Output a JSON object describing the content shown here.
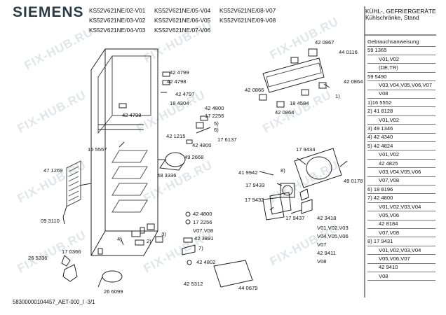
{
  "brand": "SIEMENS",
  "models": [
    "KS52V621NE/02-V01",
    "KS52V621NE/05-V04",
    "KS52V621NE/08-V07",
    "KS52V621NE/03-V02",
    "KS52V621NE/06-V05",
    "KS52V621NE/09-V08",
    "KS52V621NE/04-V03",
    "KS52V621NE/07-V06"
  ],
  "category": [
    "KÜHL-, GEFRIERGERÄTE",
    "Kühlschränke, Stand"
  ],
  "right_panel": [
    "Gebrauchsanweisung",
    "59 1365",
    "V01,V02",
    "(DE,TR)",
    "59 5490",
    "V03,V04,V05,V06,V07",
    "V08",
    "1)16 5552",
    "2) 41 8128",
    "V01,V02",
    "3) 49 1346",
    "4) 42 4340",
    "5) 42 4824",
    "V01,V02",
    "42 4825",
    "V03,V04,V05,V06",
    "V07,V08",
    "6) 18 8196",
    "7) 42 4800",
    "V01,V02,V03,V04",
    "V05,V06",
    "42 8184",
    "V07,V08",
    "8) 17 9431",
    "V01,V02,V03,V04",
    "V05,V06,V07",
    "42 9410",
    "V08"
  ],
  "labels": [
    "42 4799",
    "42 4798",
    "42 4797",
    "42 4798",
    "18 4304",
    "42 4800",
    "17 2256",
    "5)",
    "6)",
    "42 1215",
    "17 6137",
    "42 4800",
    "16 5557",
    "49 2668",
    "48 3336",
    "47 1269",
    "09 3110",
    "42 4800",
    "17 2256",
    "V07,V08",
    "42 3891",
    "7)",
    "4)",
    "2)",
    "3)",
    "17 0366",
    "26 5336",
    "26 6099",
    "42 4802",
    "42 5312",
    "44 0679",
    "42 0867",
    "44 0116",
    "42 0866",
    "42 0864",
    "18 4584",
    "42 0864",
    "1)",
    "17 9434",
    "41 9942",
    "8)",
    "17 9433",
    "49 0178",
    "17 9432",
    "17 9437",
    "42 3418",
    "V01,V02,V03",
    "V04,V05,V06",
    "V07",
    "42 9411",
    "V08"
  ],
  "footer": "58300000104457_AET-000_I -3/1",
  "watermark": "FIX-HUB.RU"
}
